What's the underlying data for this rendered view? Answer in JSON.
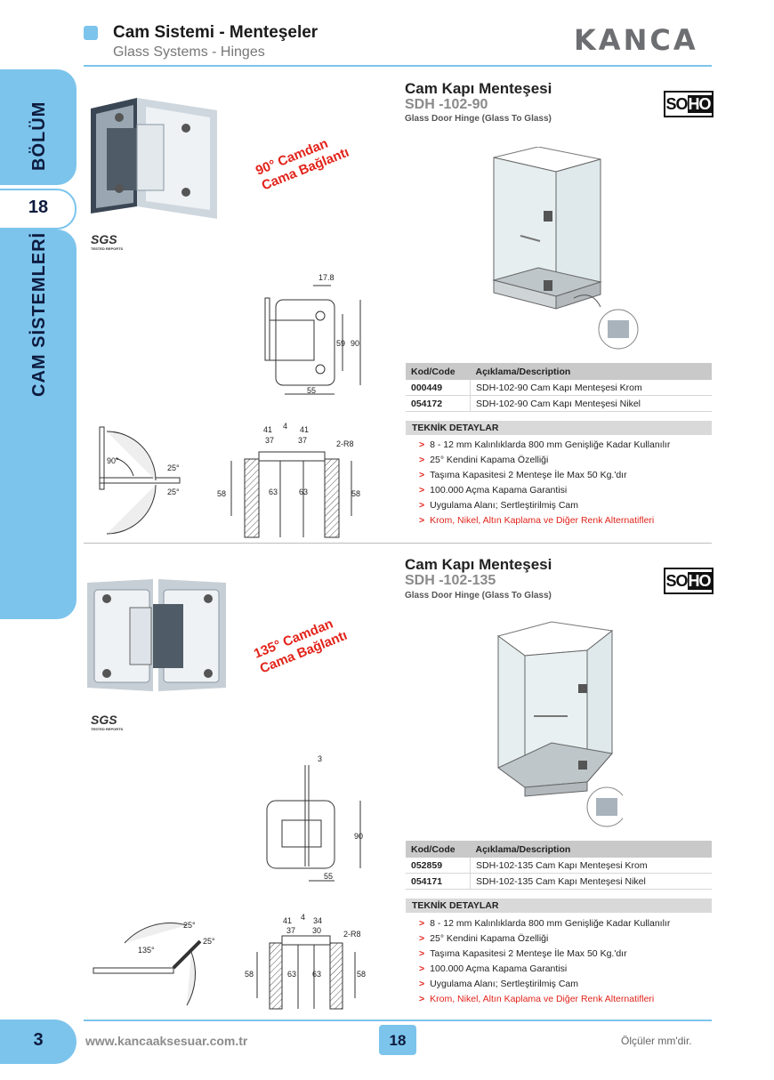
{
  "sidebar": {
    "section_label": "BÖLÜM",
    "section_number": "18",
    "category_label": "CAM SİSTEMLERİ",
    "page_number": "3"
  },
  "header": {
    "title": "Cam Sistemi - Menteşeler",
    "subtitle": "Glass Systems - Hinges",
    "brand": "KANCA"
  },
  "products": [
    {
      "title": "Cam Kapı Menteşesi",
      "code": "SDH -102-90",
      "description": "Glass Door Hinge (Glass To Glass)",
      "badge_so": "SO",
      "badge_ho": "HO",
      "stamp_line1": "90° Camdan",
      "stamp_line2": "Cama Bağlantı",
      "certification": "SGS",
      "cert_small": "TESTED REPORTS",
      "dims_top": {
        "width_top": "17.8",
        "height_inner": "59",
        "height": "90",
        "width": "55"
      },
      "dims_angle": {
        "angle": "90°",
        "swing_a": "25°",
        "swing_b": "25°"
      },
      "dims_cut": {
        "a": "41",
        "b": "4",
        "c": "41",
        "d": "37",
        "e": "37",
        "r": "2-R8",
        "h1": "58",
        "h2": "63",
        "h3": "63",
        "h4": "58"
      },
      "table": {
        "headers": [
          "Kod/Code",
          "Açıklama/Description"
        ],
        "rows": [
          [
            "000449",
            "SDH-102-90 Cam Kapı Menteşesi Krom"
          ],
          [
            "054172",
            "SDH-102-90 Cam Kapı Menteşesi Nikel"
          ]
        ]
      },
      "tech": {
        "heading": "TEKNİK DETAYLAR",
        "items": [
          "8 - 12 mm Kalınlıklarda 800 mm Genişliğe Kadar Kullanılır",
          "25° Kendini Kapama Özelliği",
          "Taşıma Kapasitesi 2 Menteşe İle Max 50 Kg.'dır",
          "100.000 Açma Kapama Garantisi",
          "Uygulama Alanı; Sertleştirilmiş Cam",
          "Krom, Nikel, Altın Kaplama ve Diğer Renk Alternatifleri"
        ]
      }
    },
    {
      "title": "Cam Kapı Menteşesi",
      "code": "SDH -102-135",
      "description": "Glass Door Hinge (Glass To Glass)",
      "badge_so": "SO",
      "badge_ho": "HO",
      "stamp_line1": "135° Camdan",
      "stamp_line2": "Cama Bağlantı",
      "certification": "SGS",
      "cert_small": "TESTED REPORTS",
      "dims_top": {
        "width_top": "3",
        "height": "90",
        "width": "55"
      },
      "dims_angle": {
        "angle": "135°",
        "swing_a": "25°",
        "swing_b": "25°"
      },
      "dims_cut": {
        "a": "41",
        "b": "4",
        "c": "34",
        "d": "37",
        "e": "30",
        "r": "2-R8",
        "h1": "58",
        "h2": "63",
        "h3": "63",
        "h4": "58"
      },
      "table": {
        "headers": [
          "Kod/Code",
          "Açıklama/Description"
        ],
        "rows": [
          [
            "052859",
            "SDH-102-135 Cam Kapı Menteşesi Krom"
          ],
          [
            "054171",
            "SDH-102-135 Cam Kapı Menteşesi Nikel"
          ]
        ]
      },
      "tech": {
        "heading": "TEKNİK DETAYLAR",
        "items": [
          "8 - 12 mm Kalınlıklarda 800 mm Genişliğe Kadar Kullanılır",
          "25° Kendini Kapama Özelliği",
          "Taşıma Kapasitesi 2 Menteşe İle Max 50 Kg.'dır",
          "100.000 Açma Kapama Garantisi",
          "Uygulama Alanı; Sertleştirilmiş Cam",
          "Krom, Nikel, Altın Kaplama ve Diğer Renk Alternatifleri"
        ]
      }
    }
  ],
  "footer": {
    "url": "www.kancaaksesuar.com.tr",
    "center_number": "18",
    "note": "Ölçüler mm'dir."
  },
  "colors": {
    "accent": "#7cc4ec",
    "navy": "#0d1b3e",
    "red": "#e2231a"
  }
}
